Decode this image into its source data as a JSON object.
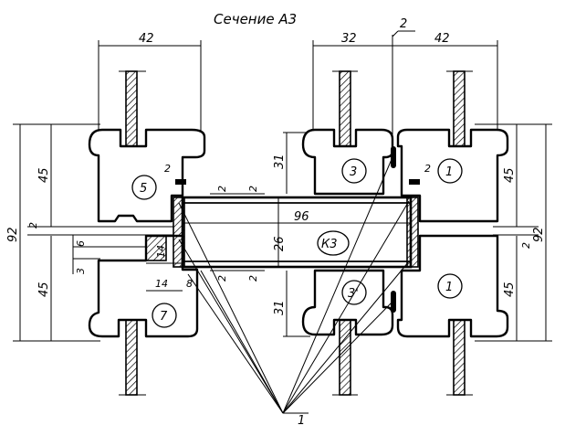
{
  "title": "Сечение А3",
  "dimensions": {
    "top_left_width": "42",
    "top_mid_width": "32",
    "top_right_width": "42",
    "left_overall": "92",
    "left_upper": "45",
    "left_lower": "45",
    "left_gap": "2",
    "left_small_6": "6",
    "left_small_3": "3",
    "left_14_v": "14",
    "left_14_h": "14",
    "left_8": "8",
    "gap_top_left": "2",
    "gap_mid_top": "2",
    "gap_mid_bottom": "2",
    "gap_bottom_left": "2",
    "gap_right_upper": "2",
    "center_width": "96",
    "center_height": "26",
    "mid_31_top": "31",
    "mid_31_bottom": "31",
    "right_upper": "45",
    "right_lower": "45",
    "right_overall": "92",
    "right_gap": "2"
  },
  "callouts": {
    "callout_top": "2",
    "callout_bottom": "1"
  },
  "profiles": {
    "p5": "5",
    "p3_top": "3",
    "p1_top": "1",
    "p7": "7",
    "p3_bottom": "3'",
    "p1_bottom": "1",
    "center": "К3"
  }
}
